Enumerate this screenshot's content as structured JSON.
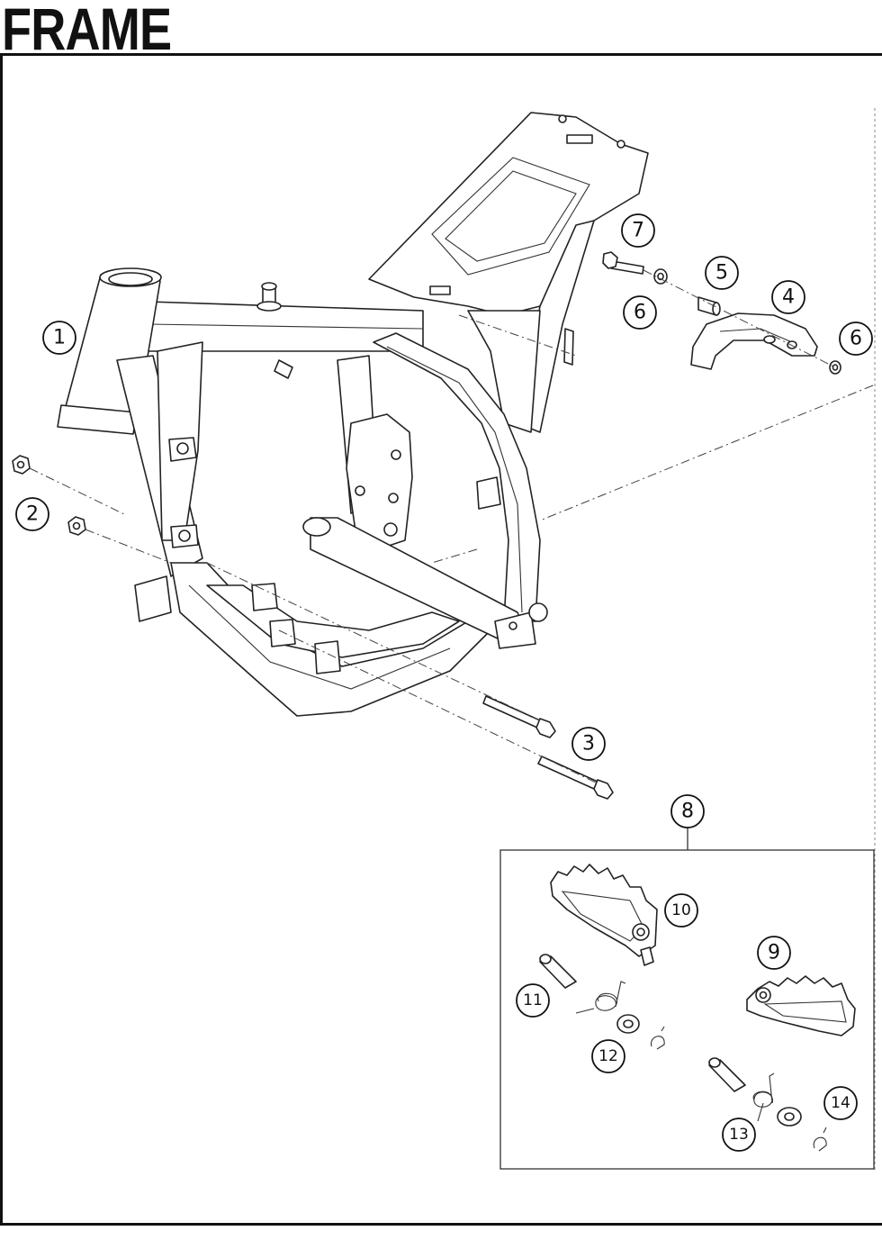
{
  "page": {
    "title": "FRAME"
  },
  "callouts": {
    "c1": "1",
    "c2": "2",
    "c3": "3",
    "c4": "4",
    "c5": "5",
    "c6a": "6",
    "c6b": "6",
    "c7": "7",
    "c8": "8",
    "c9": "9",
    "c10": "10",
    "c11": "11",
    "c12": "12",
    "c13": "13",
    "c14": "14"
  },
  "colors": {
    "line": "#222222",
    "background": "#ffffff"
  }
}
